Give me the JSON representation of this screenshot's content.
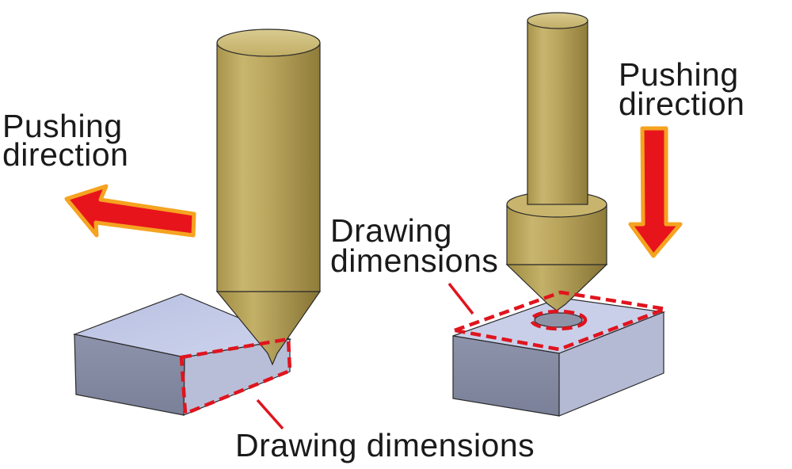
{
  "diagram": {
    "left_panel": {
      "direction_label": [
        "Pushing",
        "direction"
      ],
      "dimension_label": "Drawing dimensions"
    },
    "right_panel": {
      "direction_label": [
        "Pushing",
        "direction"
      ],
      "dimension_label": [
        "Drawing",
        "dimensions"
      ]
    }
  },
  "colors": {
    "tool_body": "#bba65e",
    "tool_highlight": "#ddd09a",
    "tool_shadow": "#7d6b2f",
    "block_top": "#c4cbe6",
    "block_front": "#8a90a8",
    "block_side": "#b6bcd6",
    "dashed_outline": "#e0141e",
    "arrow_fill": "#e8141c",
    "arrow_border": "#f5a320"
  }
}
